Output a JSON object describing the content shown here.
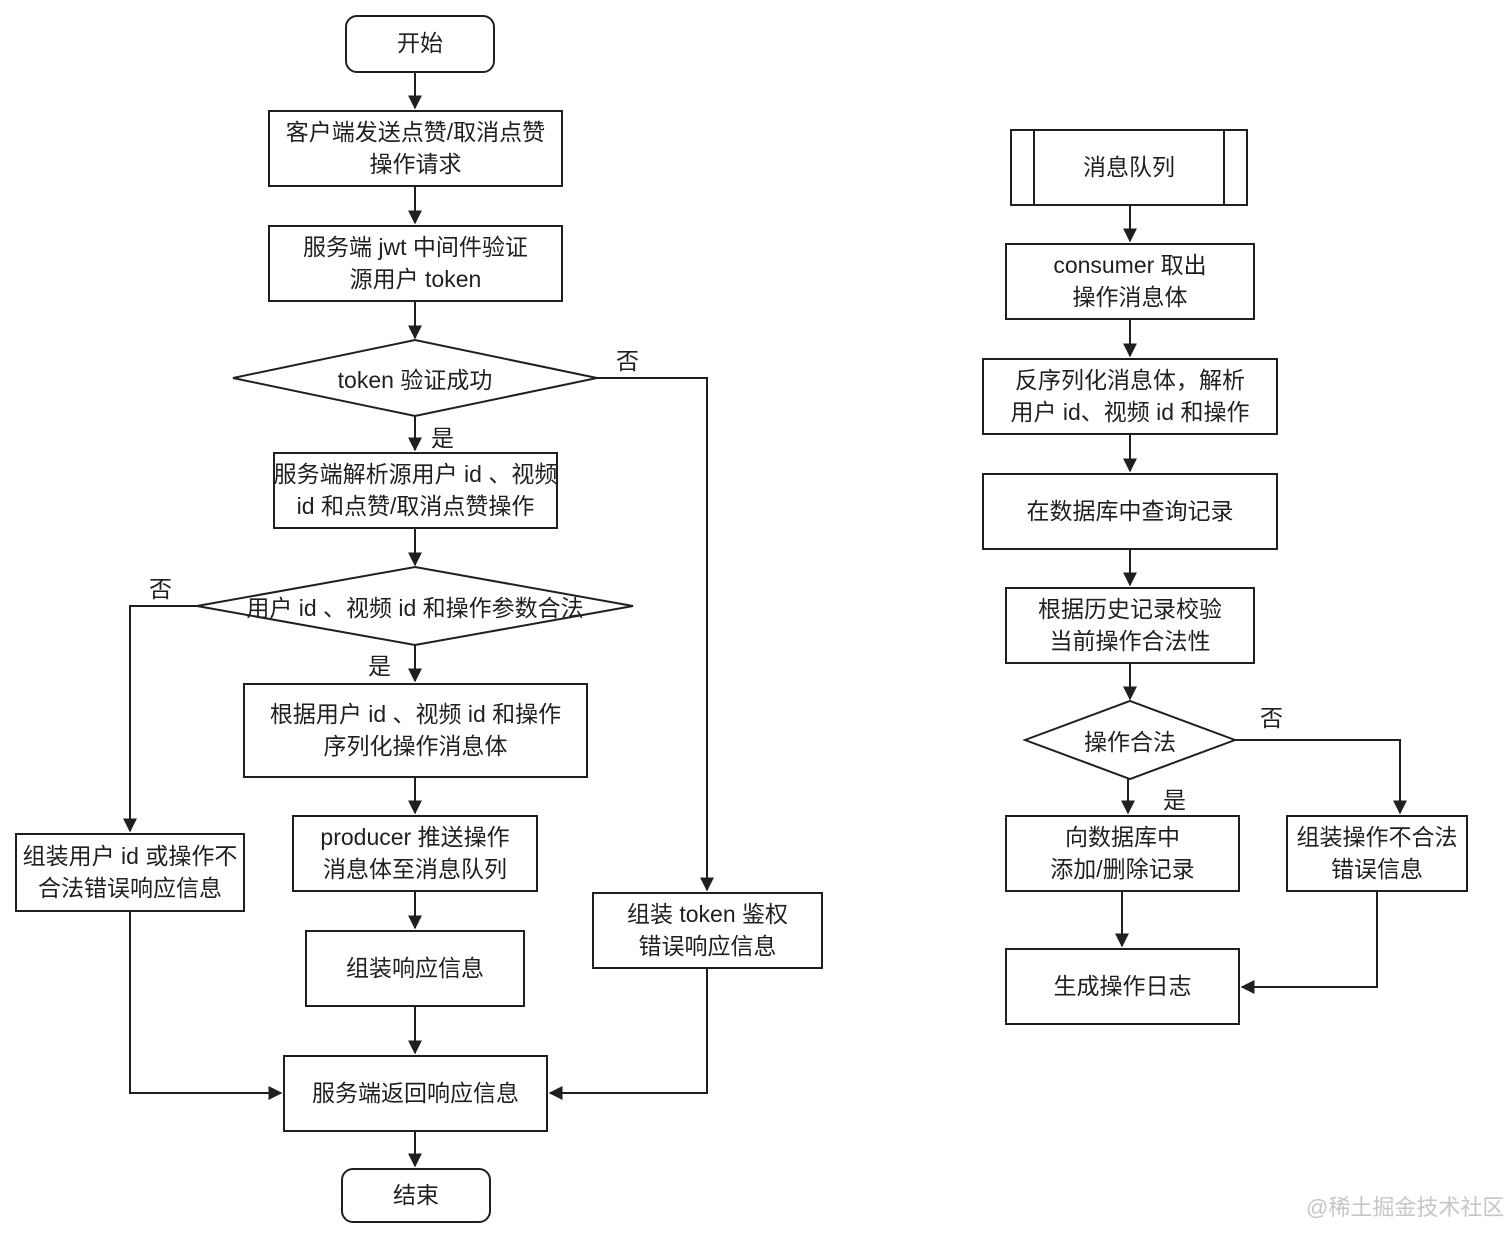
{
  "left_flow": {
    "start": "开始",
    "client_request": "客户端发送点赞/取消点赞\n操作请求",
    "jwt_verify": "服务端 jwt 中间件验证\n源用户 token",
    "token_ok": "token 验证成功",
    "parse_ids": "服务端解析源用户 id 、视频\nid 和点赞/取消点赞操作",
    "params_valid": "用户 id 、视频 id 和操作参数合法",
    "serialize": "根据用户 id 、视频 id 和操作\n序列化操作消息体",
    "producer_push": "producer 推送操作\n消息体至消息队列",
    "build_response": "组装响应信息",
    "invalid_params_err": "组装用户 id 或操作不\n合法错误响应信息",
    "token_err": "组装 token 鉴权\n错误响应信息",
    "return_response": "服务端返回响应信息",
    "end": "结束"
  },
  "right_flow": {
    "mq": "消息队列",
    "consumer_fetch": "consumer 取出\n操作消息体",
    "deserialize": "反序列化消息体，解析\n用户 id、视频 id 和操作",
    "query_db": "在数据库中查询记录",
    "check_history": "根据历史记录校验\n当前操作合法性",
    "op_valid": "操作合法",
    "db_write": "向数据库中\n添加/删除记录",
    "invalid_op_err": "组装操作不合法\n错误信息",
    "op_log": "生成操作日志"
  },
  "labels": {
    "yes": "是",
    "no": "否"
  },
  "watermark": "@稀土掘金技术社区",
  "colors": {
    "line": "#1f1f1f",
    "node_fill": "#ffffff",
    "background": "#ffffff",
    "watermark": "#c6c6c6"
  }
}
